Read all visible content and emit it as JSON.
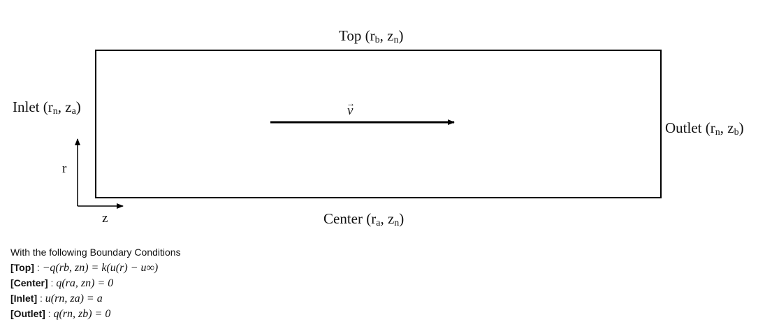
{
  "diagram": {
    "top_label": {
      "prefix": "Top (r",
      "sub1": "b",
      "mid": ", z",
      "sub2": "n",
      "suffix": ")"
    },
    "center_label": {
      "prefix": "Center (r",
      "sub1": "a",
      "mid": ", z",
      "sub2": "n",
      "suffix": ")"
    },
    "inlet_label": {
      "prefix": "Inlet (r",
      "sub1": "n",
      "mid": ", z",
      "sub2": "a",
      "suffix": ")"
    },
    "outlet_label": {
      "prefix": "Outlet (r",
      "sub1": "n",
      "mid": ", z",
      "sub2": "b",
      "suffix": ")"
    },
    "velocity_symbol": "v",
    "velocity_arrow_mark": "→",
    "axis_r_label": "r",
    "axis_z_label": "z"
  },
  "boundary_conditions": {
    "heading": "With the following Boundary Conditions",
    "items": [
      {
        "label": "[Top]",
        "sep": " : ",
        "equation": "−q(rb, zn) = k(u(r) − u∞)"
      },
      {
        "label": "[Center]",
        "sep": " : ",
        "equation": "q(ra, zn) = 0"
      },
      {
        "label": "[Inlet]",
        "sep": " : ",
        "equation": "u(rn, za) = a"
      },
      {
        "label": "[Outlet]",
        "sep": " : ",
        "equation": "q(rn, zb) = 0"
      }
    ]
  }
}
